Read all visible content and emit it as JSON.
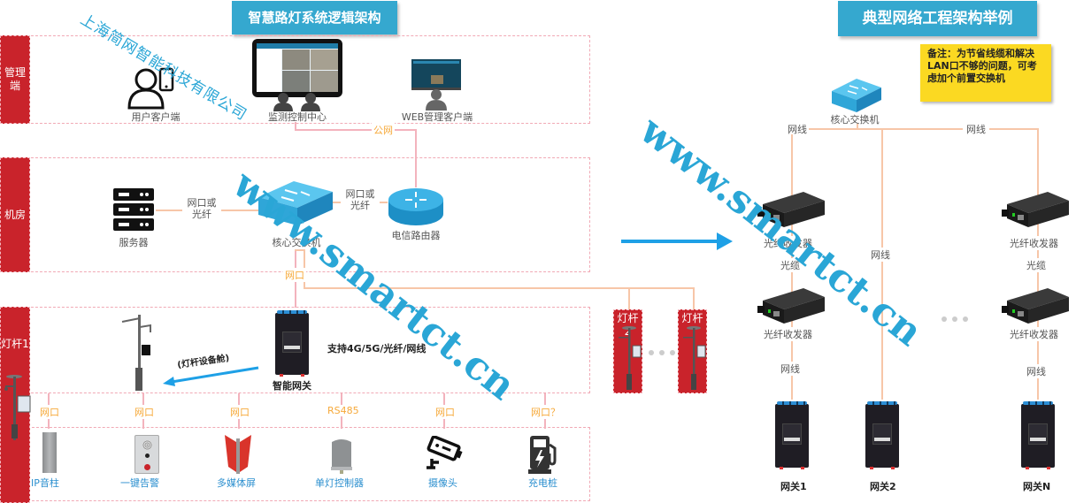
{
  "left_panel": {
    "title": "智慧路灯系统逻辑架构",
    "company_watermark": "上海简网智能科技有限公司",
    "tiers": [
      {
        "label": "管理端"
      },
      {
        "label": "机房"
      },
      {
        "label": "灯杆1"
      }
    ],
    "management": {
      "user_client": "用户客户端",
      "monitor_center": "监测控制中心",
      "web_client": "WEB管理客户端",
      "public_network": "公网"
    },
    "machine_room": {
      "server": "服务器",
      "server_link": "网口或\n光纤",
      "core_switch": "核心交换机",
      "router_link": "网口或\n光纤",
      "router": "电信路由器",
      "downlink": "网口"
    },
    "pole": {
      "cabin_label": "(灯杆设备舱)",
      "gateway": "智能网关",
      "gateway_support": "支持4G/5G/光纤/网线",
      "other_poles": [
        "灯杆2",
        "灯杆"
      ]
    },
    "devices": [
      {
        "port": "网口",
        "name": "IP音柱",
        "icon": "ip-speaker-icon"
      },
      {
        "port": "网口",
        "name": "一键告警",
        "icon": "alarm-button-icon"
      },
      {
        "port": "网口",
        "name": "多媒体屏",
        "icon": "media-screen-icon"
      },
      {
        "port": "RS485",
        "name": "单灯控制器",
        "icon": "lamp-controller-icon"
      },
      {
        "port": "网口",
        "name": "摄像头",
        "icon": "camera-icon"
      },
      {
        "port": "网口？",
        "name": "充电桩",
        "icon": "charging-pile-icon"
      }
    ]
  },
  "right_panel": {
    "title": "典型网络工程架构举例",
    "note": "备注：为节省线缆和解决LAN口不够的问题，可考虑加个前置交换机",
    "core_switch": "核心交换机",
    "branches": [
      {
        "uplink": "网线",
        "transceiver_top": "光纤收发器",
        "fiber": "光缆",
        "transceiver_bottom": "光纤收发器",
        "downlink": "网线",
        "gateway": "网关1"
      },
      {
        "uplink": "网线",
        "gateway": "网关2"
      },
      {
        "uplink": "网线",
        "transceiver_top": "光纤收发器",
        "fiber": "光缆",
        "transceiver_bottom": "光纤收发器",
        "downlink": "网线",
        "gateway": "网关N"
      }
    ]
  },
  "watermark": "www.smartct.cn",
  "colors": {
    "title_bg": "#35a8cf",
    "tier_red": "#c9232b",
    "note_yellow": "#fbd922",
    "link_orange": "#f6a93a",
    "device_blue": "#2b8fcf",
    "arrow_blue": "#1ea0e6"
  }
}
